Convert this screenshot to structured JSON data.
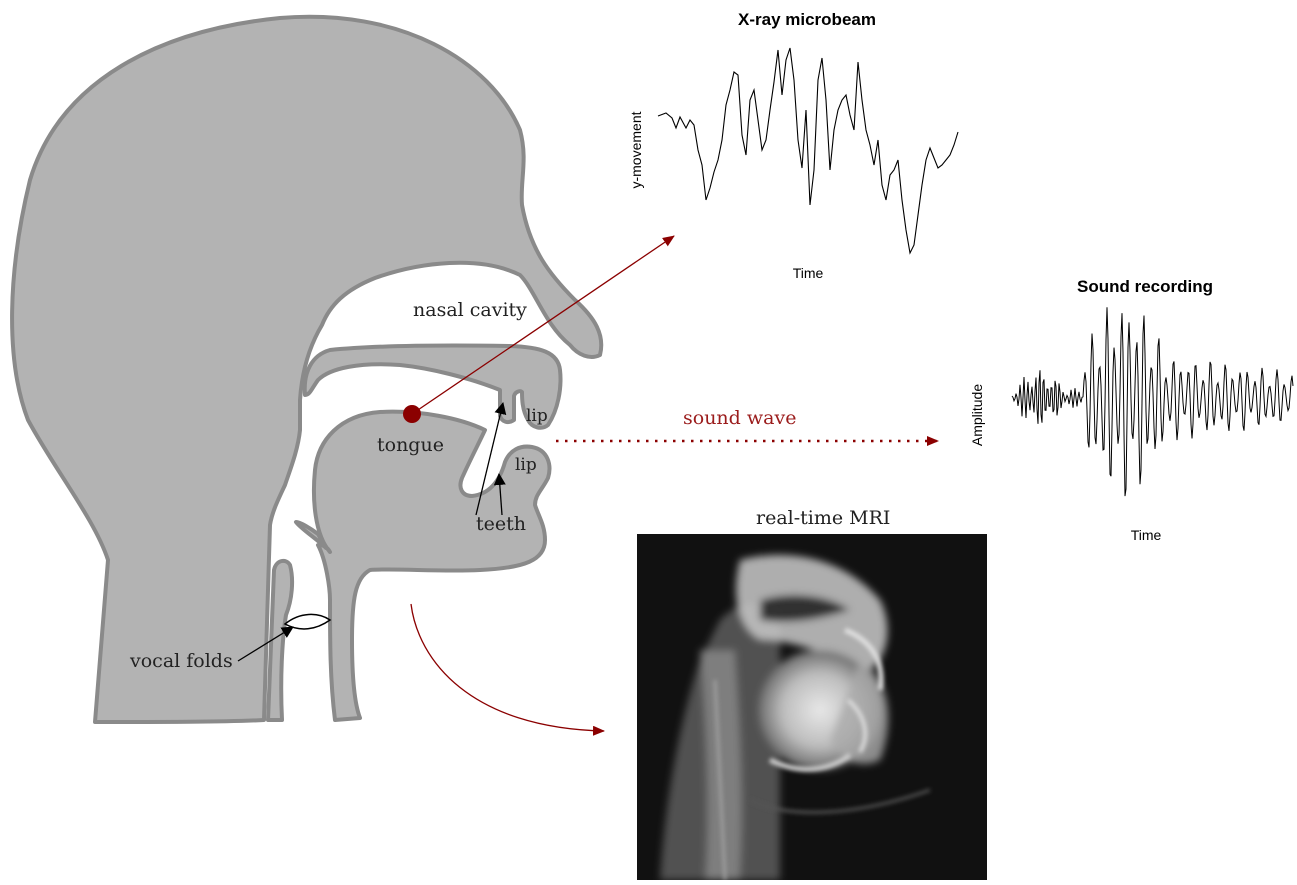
{
  "labels": {
    "nasal_cavity": "nasal cavity",
    "tongue": "tongue",
    "upper_lip": "lip",
    "lower_lip": "lip",
    "teeth": "teeth",
    "vocal_folds": "vocal folds",
    "sound_wave": "sound wave",
    "mri": "real-time MRI"
  },
  "xray": {
    "title": "X-ray microbeam",
    "xlabel": "Time",
    "ylabel": "y-movement"
  },
  "sound": {
    "title": "Sound recording",
    "xlabel": "Time",
    "ylabel": "Amplitude"
  },
  "colors": {
    "anatomy_fill": "#b3b3b3",
    "anatomy_stroke": "#8a8a8a",
    "accent": "#8b0000"
  }
}
